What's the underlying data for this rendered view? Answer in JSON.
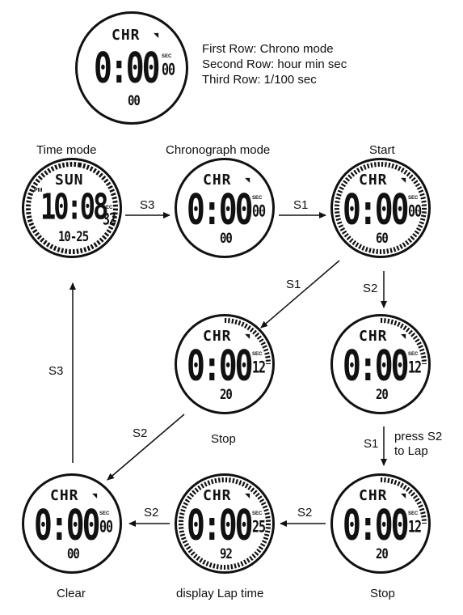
{
  "legend": {
    "line1": "First Row: Chrono mode",
    "line2": "Second Row: hour min sec",
    "line3": "Third Row: 1/100 sec"
  },
  "top_watch": {
    "mode": "CHR",
    "time": "0:00",
    "secs": "00",
    "hundredths": "00",
    "sec_label": "SEC"
  },
  "watches": {
    "time_mode": {
      "label": "Time mode",
      "mode": "SUN",
      "time": "10:08",
      "secs": "32",
      "bottom": "10-25",
      "pm": "PM",
      "sec_label": "SEC"
    },
    "chrono_mode": {
      "label": "Chronograph mode",
      "mode": "CHR",
      "time": "0:00",
      "secs": "00",
      "bottom": "00",
      "sec_label": "SEC"
    },
    "start": {
      "label": "Start",
      "mode": "CHR",
      "time": "0:00",
      "secs": "00",
      "bottom": "60",
      "sec_label": "SEC"
    },
    "stop_mid": {
      "label": "Stop",
      "mode": "CHR",
      "time": "0:00",
      "secs": "12",
      "bottom": "20",
      "sec_label": "SEC"
    },
    "lap_right": {
      "mode": "CHR",
      "time": "0:00",
      "secs": "12",
      "bottom": "20",
      "sec_label": "SEC"
    },
    "clear": {
      "label": "Clear",
      "mode": "CHR",
      "time": "0:00",
      "secs": "00",
      "bottom": "00",
      "sec_label": "SEC"
    },
    "lap_time": {
      "label": "display Lap time",
      "mode": "CHR",
      "time": "0:00",
      "secs": "25",
      "bottom": "92",
      "sec_label": "SEC"
    },
    "stop_right": {
      "label": "Stop",
      "mode": "CHR",
      "time": "0:00",
      "secs": "12",
      "bottom": "20",
      "sec_label": "SEC"
    }
  },
  "edges": {
    "s3_top": "S3",
    "s1_top": "S1",
    "s1_diag": "S1",
    "s2_down": "S2",
    "s2_diag": "S2",
    "s3_left": "S3",
    "s1_press": "S1",
    "press_s2": "press S2",
    "to_lap": "to Lap",
    "s2_bottom_right": "S2",
    "s2_bottom_left": "S2"
  }
}
